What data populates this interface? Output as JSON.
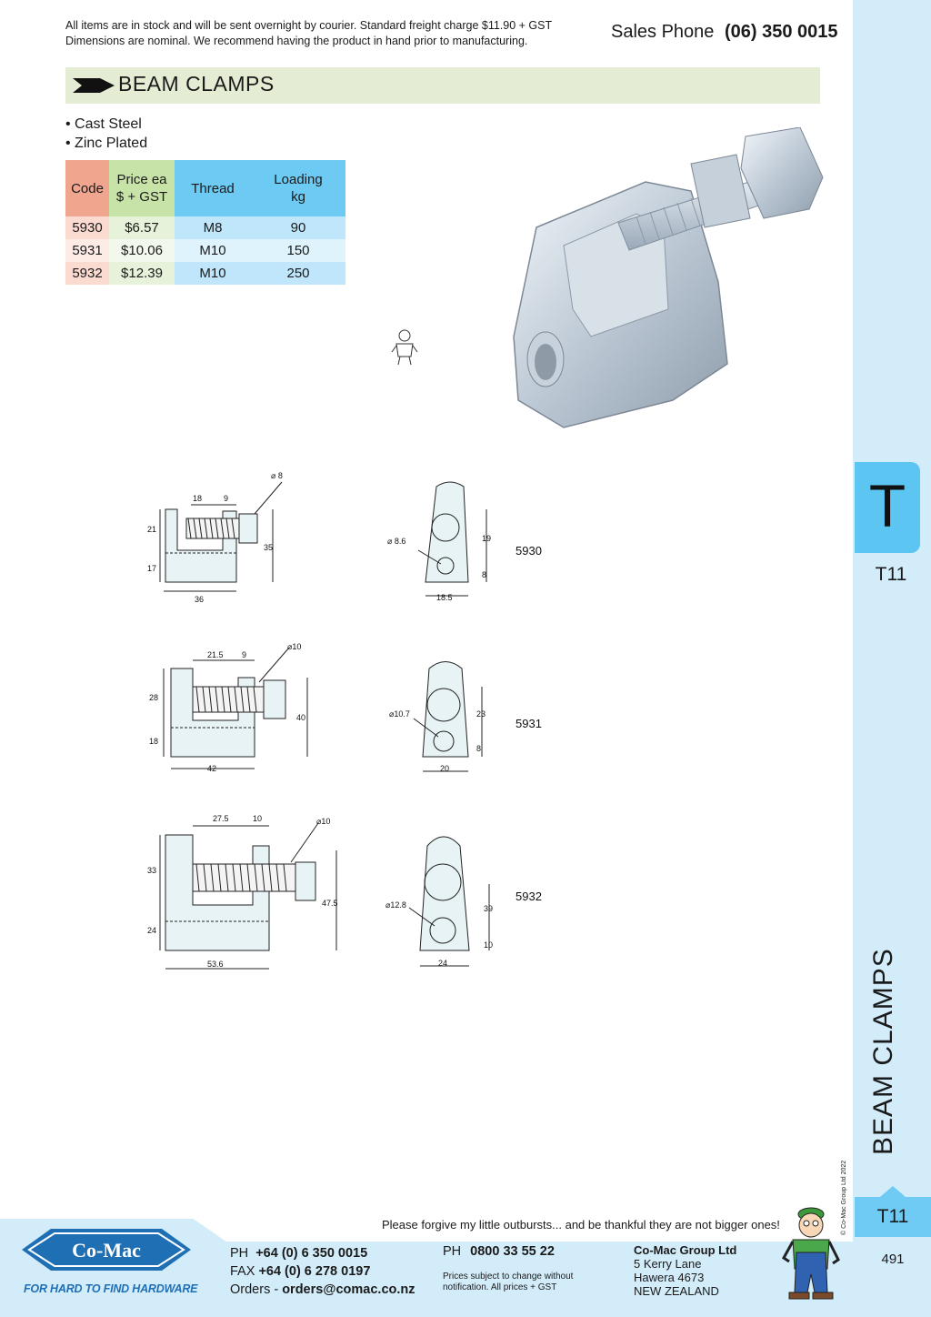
{
  "header": {
    "notice_line1": "All items are in stock and will be sent overnight by courier. Standard freight charge $11.90 + GST",
    "notice_line2": "Dimensions are nominal. We recommend having the product in hand prior to manufacturing.",
    "sales_label": "Sales Phone",
    "sales_number": "(06) 350 0015"
  },
  "section": {
    "title": "BEAM CLAMPS",
    "features": [
      "• Cast Steel",
      "• Zinc Plated"
    ]
  },
  "table": {
    "headers": {
      "code": "Code",
      "price_line1": "Price ea",
      "price_line2": "$ + GST",
      "thread": "Thread",
      "loading_line1": "Loading",
      "loading_line2": "kg"
    },
    "rows": [
      {
        "code": "5930",
        "price": "$6.57",
        "thread": "M8",
        "loading": "90"
      },
      {
        "code": "5931",
        "price": "$10.06",
        "thread": "M10",
        "loading": "150"
      },
      {
        "code": "5932",
        "price": "$12.39",
        "thread": "M10",
        "loading": "250"
      }
    ]
  },
  "drawings": [
    {
      "code": "5930",
      "top_a": "18",
      "top_b": "9",
      "bolt": "⌀ 8",
      "h_top": "21",
      "h_bottom": "17",
      "h_total": "35",
      "width": "36",
      "hole": "⌀ 8.6",
      "side_h1": "19",
      "side_h2": "8",
      "side_w": "18.5"
    },
    {
      "code": "5931",
      "top_a": "21.5",
      "top_b": "9",
      "bolt": "⌀10",
      "h_top": "28",
      "h_bottom": "18",
      "h_total": "40",
      "width": "42",
      "hole": "⌀10.7",
      "side_h1": "23",
      "side_h2": "8",
      "side_w": "20"
    },
    {
      "code": "5932",
      "top_a": "27.5",
      "top_b": "10",
      "bolt": "⌀10",
      "h_top": "33",
      "h_bottom": "24",
      "h_total": "47.5",
      "width": "53.6",
      "hole": "⌀12.8",
      "side_h1": "39",
      "side_h2": "10",
      "side_w": "24"
    }
  ],
  "sidebar": {
    "tab_letter": "T",
    "tab_code": "T11",
    "vertical_title": "BEAM CLAMPS",
    "copyright": "© Co-Mac Group Ltd 2022",
    "bottom_code": "T11",
    "page_number": "491"
  },
  "footer": {
    "quote": "Please forgive my little outbursts... and be thankful they are not bigger ones!",
    "logo_text": "Co-Mac",
    "tagline": "FOR HARD TO FIND HARDWARE",
    "ph_label": "PH",
    "ph_value": "+64 (0) 6 350 0015",
    "fax_label": "FAX",
    "fax_value": "+64 (0) 6 278 0197",
    "orders_label": "Orders - ",
    "orders_value": "orders@comac.co.nz",
    "ph2_label": "PH",
    "ph2_value": "0800 33 55 22",
    "small_line1": "Prices subject to change without",
    "small_line2": "notification. All prices + GST",
    "company": "Co-Mac Group Ltd",
    "address1": "5 Kerry Lane",
    "address2": "Hawera 4673",
    "address3": "NEW ZEALAND"
  },
  "colors": {
    "title_bar": "#e4edd3",
    "rail": "#d3ecfa",
    "tab": "#5cc5f2",
    "code_header": "#f0a58e",
    "price_header": "#c7e3a8",
    "thread_header": "#6ccaf3",
    "brand_blue": "#1f6fb5"
  }
}
